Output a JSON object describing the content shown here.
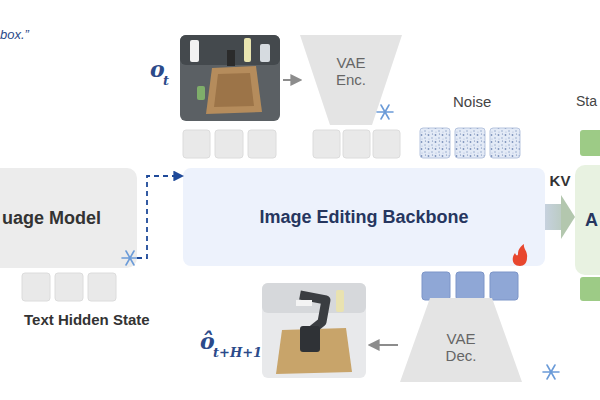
{
  "diagram": {
    "nodes": [
      {
        "text": [
          "VAE Enc."
        ]
      },
      {
        "text": [
          "uage Model"
        ]
      },
      {
        "text": [
          "Image Editing Backbone"
        ]
      },
      {
        "text": [
          "A"
        ]
      },
      {
        "text": [
          "VAE Dec."
        ]
      }
    ],
    "edges": [
      {
        "from": 1,
        "to": 2,
        "arrow": "to"
      },
      {
        "from": 2,
        "to": 3,
        "label": "KV",
        "arrow": "to"
      }
    ],
    "labels": [
      "box.”",
      "o",
      "t",
      "Noise",
      "Sta",
      "Text Hidden State",
      "ô",
      "t+H+1"
    ]
  }
}
